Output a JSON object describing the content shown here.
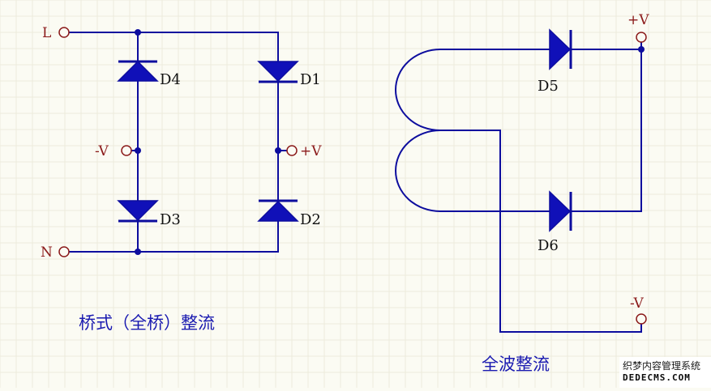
{
  "bridge": {
    "terminal_l": "L",
    "terminal_n": "N",
    "terminal_minus": "-V",
    "terminal_plus": "+V",
    "d1": "D1",
    "d2": "D2",
    "d3": "D3",
    "d4": "D4",
    "caption": "桥式（全桥）整流"
  },
  "fullwave": {
    "terminal_plus": "+V",
    "terminal_minus": "-V",
    "d5": "D5",
    "d6": "D6",
    "caption": "全波整流"
  },
  "watermark": {
    "line1": "织梦内容管理系统",
    "line2": "DEDECMS.COM"
  },
  "colors": {
    "wire": "#0d0d9e",
    "terminal": "#8b1a1a",
    "caption": "#1a1ab0",
    "background": "#fbfbf3"
  }
}
